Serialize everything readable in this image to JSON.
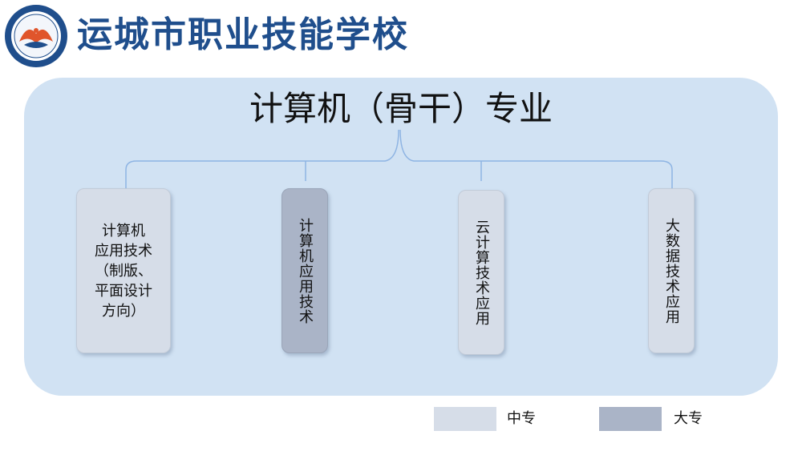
{
  "header": {
    "school_name": "运城市职业技能学校",
    "logo_icon": "school-emblem-eagle-icon"
  },
  "diagram": {
    "title": "计算机（骨干）专业",
    "nodes": [
      {
        "label": "计算机\n应用技术\n（制版、\n平面设计\n方向）",
        "level": "中专"
      },
      {
        "label": "计算机应用技术",
        "level": "大专"
      },
      {
        "label": "云计算技术应用",
        "level": "中专"
      },
      {
        "label": "大数据技术应用",
        "level": "中专"
      }
    ]
  },
  "legend": [
    {
      "label": "中专",
      "color": "#d6dde8"
    },
    {
      "label": "大专",
      "color": "#aab4c7"
    }
  ],
  "colors": {
    "panel": "#d1e2f3",
    "school_name": "#1f4e8c",
    "connector": "#8eb4e3"
  }
}
